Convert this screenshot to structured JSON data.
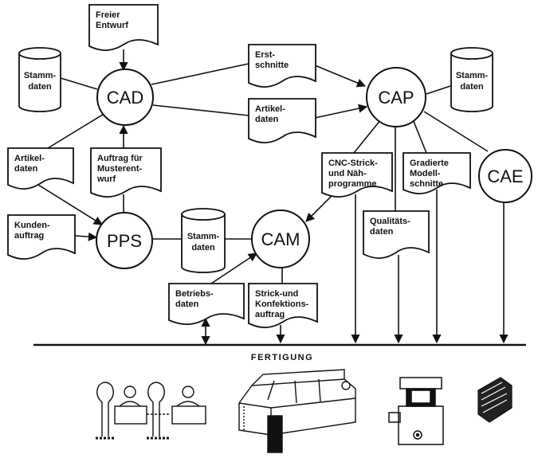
{
  "nodes": {
    "cad": "CAD",
    "cap": "CAP",
    "pps": "PPS",
    "cam": "CAM",
    "cae": "CAE"
  },
  "databases": {
    "cad_stamm": [
      "Stamm-",
      "daten"
    ],
    "cap_stamm": [
      "Stamm-",
      "daten"
    ],
    "pps_stamm": [
      "Stamm-",
      "daten"
    ]
  },
  "documents": {
    "freier_entwurf": [
      "Freier",
      "Entwurf"
    ],
    "erstschnitte": [
      "Erst-",
      "schnitte"
    ],
    "artikeldaten_cap": [
      "Artikel-",
      "daten"
    ],
    "artikeldaten_pps": [
      "Artikel-",
      "daten"
    ],
    "auftrag_musterentwurf": [
      "Auftrag für",
      "Musterent-",
      "wurf"
    ],
    "cnc_programme": [
      "CNC-Strick-",
      "und Näh-",
      "programme"
    ],
    "gradierte_schnitte": [
      "Gradierte",
      "Modell-",
      "schnitte"
    ],
    "qualitaetsdaten": [
      "Qualitäts-",
      "daten"
    ],
    "kundenauftrag": [
      "Kunden-",
      "auftrag"
    ],
    "betriebsdaten": [
      "Betriebs-",
      "daten"
    ],
    "strick_konfektion": [
      "Strick-und",
      "Konfektions-",
      "auftrag"
    ]
  },
  "fertigung": {
    "label": "FERTIGUNG"
  },
  "colors": {
    "ink": "#111111",
    "background": "#ffffff"
  }
}
